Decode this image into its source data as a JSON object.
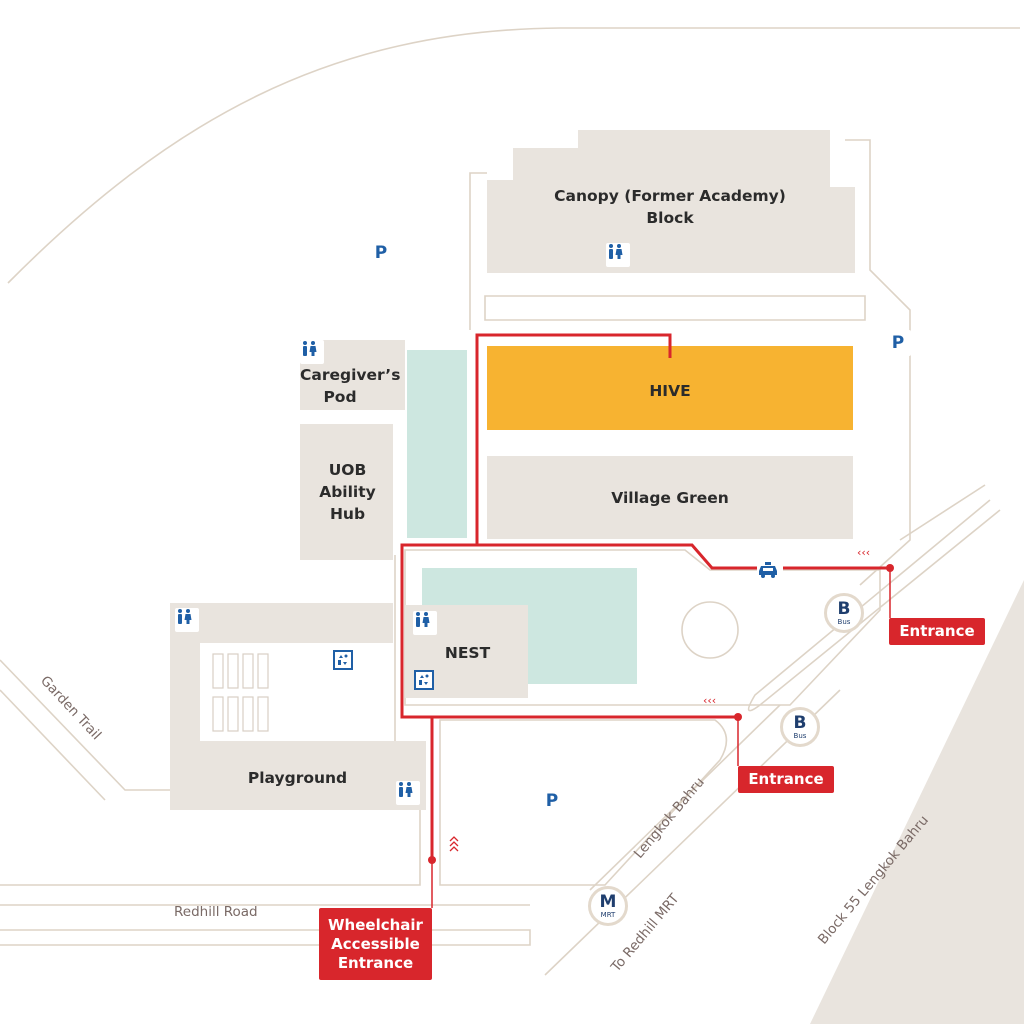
{
  "buildings": {
    "canopy": "Canopy (Former Academy)\nBlock",
    "hive": "HIVE",
    "village_green": "Village Green",
    "caregivers_pod": "Caregiver’s\nPod",
    "uob_hub": "UOB\nAbility\nHub",
    "nest": "NEST",
    "playground": "Playground"
  },
  "roads": {
    "garden_trail": "Garden Trail",
    "redhill_road": "Redhill Road",
    "lengkok_bahru": "Lengkok Bahru",
    "to_redhill_mrt": "To Redhill MRT",
    "block_55": "Block 55 Lengkok Bahru"
  },
  "entrances": {
    "east": "Entrance",
    "south": "Entrance",
    "wheelchair": "Wheelchair\nAccessible\nEntrance"
  },
  "icons": {
    "parking_letter": "P",
    "bus_letter": "B",
    "bus_caption": "Bus",
    "mrt_letter": "M",
    "mrt_caption": "MRT",
    "chevrons_left": "‹‹‹",
    "chevrons_up": "︿"
  },
  "colors": {
    "hive": "#f7b331",
    "building": "#e9e4de",
    "green_area": "#cde7e0",
    "route": "#d8262c",
    "road_outline": "#ddd3c6",
    "parking": "#1f5fa6"
  }
}
